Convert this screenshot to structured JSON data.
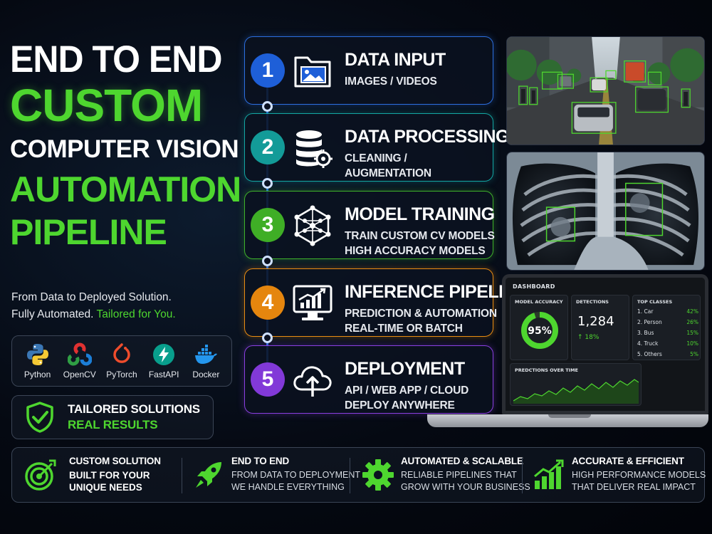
{
  "title": {
    "line1": "END TO END",
    "line2": "CUSTOM",
    "line3": "COMPUTER VISION",
    "line4": "AUTOMATION",
    "line5": "PIPELINE"
  },
  "tagline": {
    "line1": "From Data to Deployed Solution.",
    "line2_prefix": "Fully Automated.",
    "line2_highlight": "Tailored for You."
  },
  "tech_stack": [
    {
      "label": "Python",
      "icon": "python-icon"
    },
    {
      "label": "OpenCV",
      "icon": "opencv-icon"
    },
    {
      "label": "PyTorch",
      "icon": "pytorch-icon"
    },
    {
      "label": "FastAPI",
      "icon": "fastapi-icon"
    },
    {
      "label": "Docker",
      "icon": "docker-icon"
    }
  ],
  "tailored": {
    "line1": "TAILORED SOLUTIONS",
    "line2": "REAL RESULTS"
  },
  "steps": [
    {
      "num": "1",
      "title": "DATA INPUT",
      "desc1": "IMAGES / VIDEOS",
      "desc2": "",
      "color": "#1e5fd8",
      "icon": "image-folder-icon"
    },
    {
      "num": "2",
      "title": "DATA PROCESSING",
      "desc1": "CLEANING /",
      "desc2": "AUGMENTATION",
      "color": "#139b98",
      "icon": "database-gear-icon"
    },
    {
      "num": "3",
      "title": "MODEL TRAINING",
      "desc1": "TRAIN CUSTOM CV MODELS",
      "desc2": "HIGH ACCURACY MODELS",
      "color": "#3fae26",
      "icon": "neural-network-icon"
    },
    {
      "num": "4",
      "title": "INFERENCE PIPELINE",
      "desc1": "PREDICTION & AUTOMATION",
      "desc2": "REAL-TIME OR BATCH",
      "color": "#e5860e",
      "icon": "monitor-chart-icon"
    },
    {
      "num": "5",
      "title": "DEPLOYMENT",
      "desc1": "API / WEB APP / CLOUD",
      "desc2": "DEPLOY ANYWHERE",
      "color": "#8239d8",
      "icon": "cloud-upload-icon"
    }
  ],
  "dashboard": {
    "title": "DASHBOARD",
    "accuracy": {
      "label": "MODEL ACCURACY",
      "value": "95%",
      "fraction": 0.95
    },
    "detections": {
      "label": "DETECTIONS",
      "value": "1,284",
      "change": "18%"
    },
    "top_classes": {
      "label": "TOP CLASSES",
      "rows": [
        {
          "rank": "1.",
          "name": "Car",
          "pct": "42%"
        },
        {
          "rank": "2.",
          "name": "Person",
          "pct": "26%"
        },
        {
          "rank": "3.",
          "name": "Bus",
          "pct": "15%"
        },
        {
          "rank": "4.",
          "name": "Truck",
          "pct": "10%"
        },
        {
          "rank": "5.",
          "name": "Others",
          "pct": "5%"
        }
      ]
    },
    "predictions": {
      "label": "PREDCTIONS OVER TIME"
    }
  },
  "features": [
    {
      "title": "CUSTOM SOLUTION",
      "line1": "BUILT FOR YOUR",
      "line2": "UNIQUE NEEDS",
      "icon": "target-icon"
    },
    {
      "title": "END TO END",
      "line1": "FROM DATA TO DEPLOYMENT",
      "line2": "WE HANDLE EVERYTHING",
      "icon": "rocket-icon"
    },
    {
      "title": "AUTOMATED & SCALABLE",
      "line1": "RELIABLE PIPELINES THAT",
      "line2": "GROW WITH YOUR BUSINESS",
      "icon": "gear-icon"
    },
    {
      "title": "ACCURATE & EFFICIENT",
      "line1": "HIGH PERFORMANCE MODELS",
      "line2": "THAT DELIVER REAL IMPACT",
      "icon": "growth-chart-icon"
    }
  ],
  "colors": {
    "accent_green": "#4ed62f",
    "background": "#050912"
  }
}
